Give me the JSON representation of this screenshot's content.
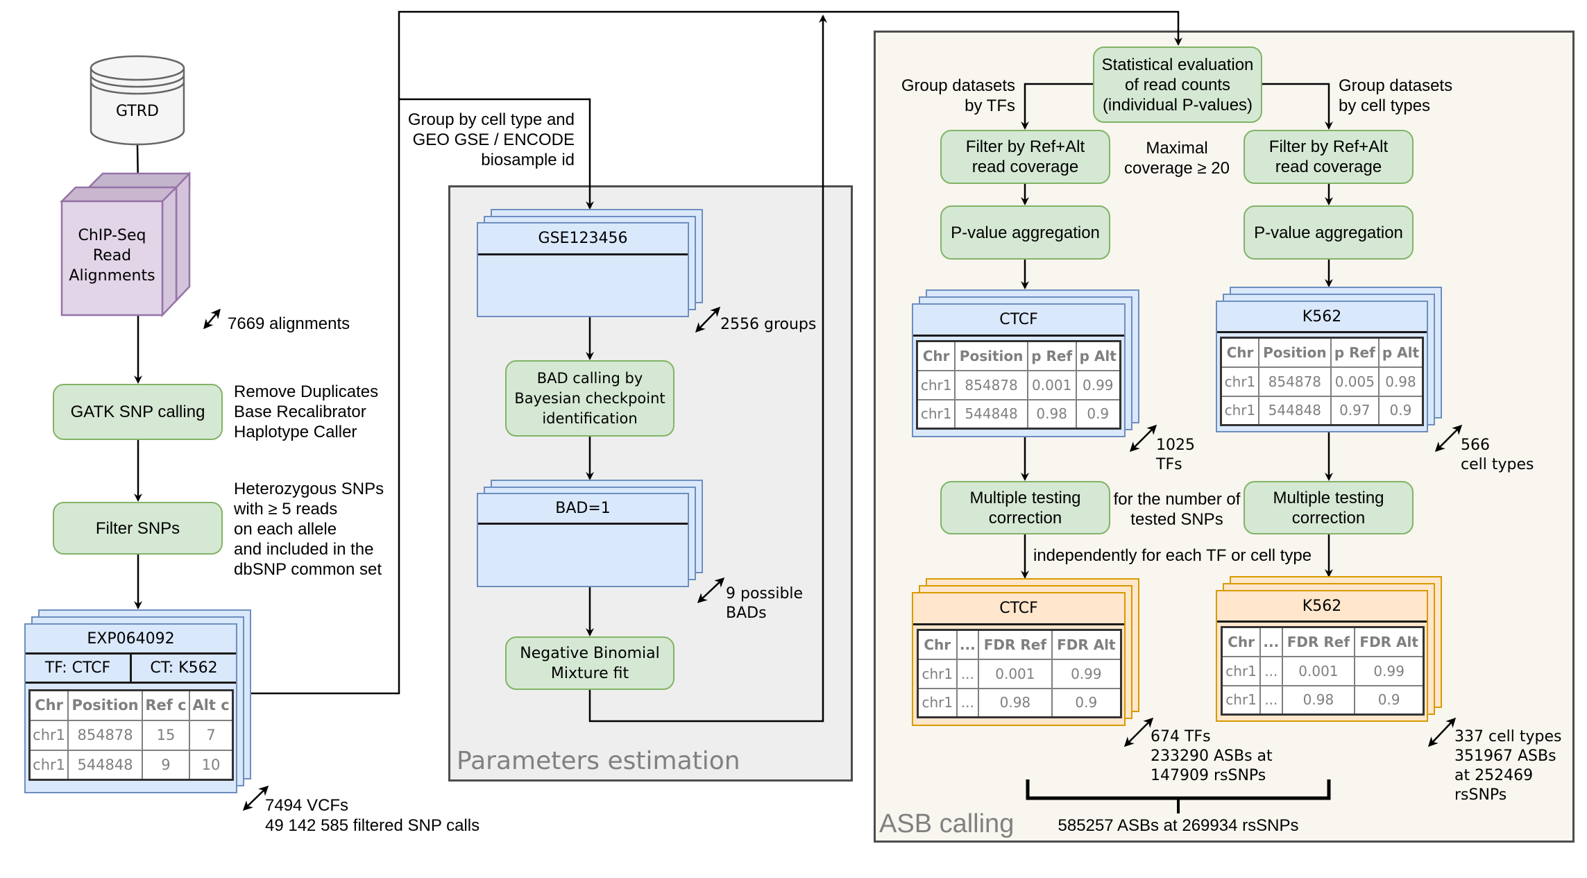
{
  "source": {
    "label": "GTRD",
    "alignments_label": "ChIP-Seq\nRead\nAlignments",
    "alignments_count": "7669 alignments"
  },
  "pipeline": {
    "gatk": {
      "label": "GATK SNP calling",
      "notes": [
        "Remove Duplicates",
        "Base Recalibrator",
        "Haplotype Caller"
      ]
    },
    "filter": {
      "label": "Filter SNPs",
      "notes": [
        "Heterozygous SNPs",
        "with ≥ 5 reads",
        "on each allele",
        "and included in the",
        "dbSNP common set"
      ]
    },
    "vcf_card": {
      "title": "EXP064092",
      "tf": "TF: CTCF",
      "ct": "CT: K562",
      "columns": [
        "Chr",
        "Position",
        "Ref c",
        "Alt c"
      ],
      "rows": [
        [
          "chr1",
          "854878",
          "15",
          "7"
        ],
        [
          "chr1",
          "544848",
          "9",
          "10"
        ]
      ],
      "count_lines": [
        "7494 VCFs",
        "49 142 585 filtered SNP calls"
      ]
    }
  },
  "grouping_note": [
    "Group by cell type and",
    "GEO GSE / ENCODE",
    "biosample id"
  ],
  "parameters_panel": {
    "title": "Parameters estimation",
    "group_card": {
      "title": "GSE123456",
      "count": "2556 groups"
    },
    "bad_calling": {
      "lines": [
        "BAD calling by",
        "Bayesian checkpoint",
        "identification"
      ]
    },
    "bad_card": {
      "title": "BAD=1",
      "count_lines": [
        "9 possible",
        "BADs"
      ]
    },
    "nb_fit": {
      "lines": [
        "Negative Binomial",
        "Mixture fit"
      ]
    }
  },
  "asb_panel": {
    "title": "ASB calling",
    "stat_eval": {
      "lines": [
        "Statistical evaluation",
        "of read counts",
        "(individual P-values)"
      ]
    },
    "group_tf_note": [
      "Group datasets",
      "by TFs"
    ],
    "group_ct_note": [
      "Group datasets",
      "by cell types"
    ],
    "filter_label": [
      "Filter by Ref+Alt",
      "read coverage"
    ],
    "coverage_note": [
      "Maximal",
      "coverage ≥ 20"
    ],
    "aggregation_label": "P-value aggregation",
    "tf_table": {
      "title": "CTCF",
      "columns": [
        "Chr",
        "Position",
        "p Ref",
        "p Alt"
      ],
      "rows": [
        [
          "chr1",
          "854878",
          "0.001",
          "0.99"
        ],
        [
          "chr1",
          "544848",
          "0.98",
          "0.9"
        ]
      ],
      "count_lines": [
        "1025",
        "TFs"
      ]
    },
    "ct_table": {
      "title": "K562",
      "columns": [
        "Chr",
        "Position",
        "p Ref",
        "p Alt"
      ],
      "rows": [
        [
          "chr1",
          "854878",
          "0.005",
          "0.98"
        ],
        [
          "chr1",
          "544848",
          "0.97",
          "0.9"
        ]
      ],
      "count_lines": [
        "566",
        "cell types"
      ]
    },
    "mtc_label": [
      "Multiple testing",
      "correction"
    ],
    "mtc_note": [
      "for the number of",
      "tested SNPs"
    ],
    "independent_note": "independently for each TF or cell type",
    "tf_fdr_table": {
      "title": "CTCF",
      "columns": [
        "Chr",
        "...",
        "FDR Ref",
        "FDR Alt"
      ],
      "rows": [
        [
          "chr1",
          "...",
          "0.001",
          "0.99"
        ],
        [
          "chr1",
          "...",
          "0.98",
          "0.9"
        ]
      ],
      "count_lines": [
        "674 TFs",
        "233290 ASBs at",
        "147909 rsSNPs"
      ]
    },
    "ct_fdr_table": {
      "title": "K562",
      "columns": [
        "Chr",
        "...",
        "FDR Ref",
        "FDR Alt"
      ],
      "rows": [
        [
          "chr1",
          "...",
          "0.001",
          "0.99"
        ],
        [
          "chr1",
          "...",
          "0.98",
          "0.9"
        ]
      ],
      "count_lines": [
        "337 cell types",
        "351967 ASBs",
        "at 252469",
        "rsSNPs"
      ]
    },
    "total": "585257 ASBs at 269934 rsSNPs"
  },
  "colors": {
    "process_fill": "#d5e8d4",
    "process_stroke": "#82b366",
    "data_fill": "#dae8fc",
    "data_stroke": "#6c8ebf",
    "result_fill": "#ffe6cc",
    "result_stroke": "#d79b00",
    "alignment_fill": "#e1d5e7",
    "alignment_stroke": "#9673a6",
    "params_panel_fill": "#eeeeee",
    "asb_panel_fill": "#f8f6ef"
  }
}
